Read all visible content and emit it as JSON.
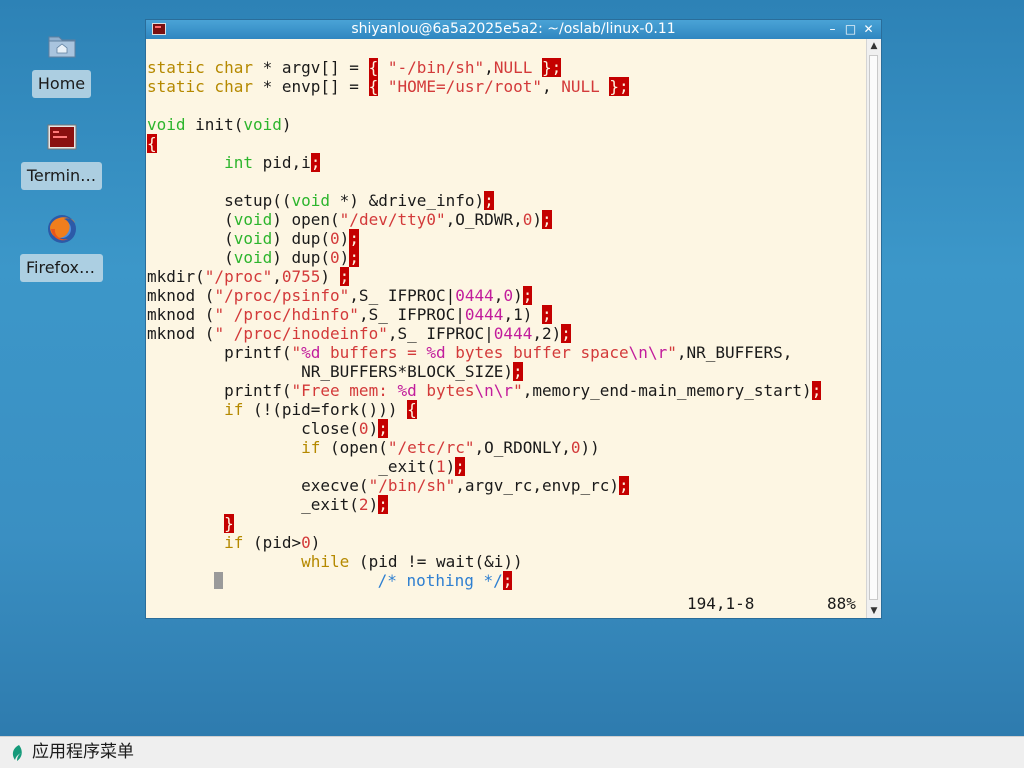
{
  "desktop": {
    "icons": [
      {
        "label": "Home",
        "icon": "home-folder-icon"
      },
      {
        "label": "Termin…",
        "icon": "terminal-icon"
      },
      {
        "label": "Firefox …",
        "icon": "firefox-icon"
      }
    ]
  },
  "window": {
    "title": "shiyanlou@6a5a2025e5a2: ~/oslab/linux-0.11",
    "buttons": {
      "minimize": "–",
      "maximize": "□",
      "close": "✕"
    },
    "status": {
      "position": "194,1-8",
      "percent": "88%"
    }
  },
  "editor": {
    "lines": [
      [
        {
          "t": ""
        }
      ],
      [
        {
          "t": "static char",
          "c": "kw"
        },
        {
          "t": " * argv[] = "
        },
        {
          "t": "{",
          "c": "err"
        },
        {
          "t": " "
        },
        {
          "t": "\"-/bin/sh\"",
          "c": "str"
        },
        {
          "t": ","
        },
        {
          "t": "NULL",
          "c": "str"
        },
        {
          "t": " "
        },
        {
          "t": "};",
          "c": "err"
        }
      ],
      [
        {
          "t": "static char",
          "c": "kw"
        },
        {
          "t": " * envp[] = "
        },
        {
          "t": "{",
          "c": "err"
        },
        {
          "t": " "
        },
        {
          "t": "\"HOME=/usr/root\"",
          "c": "str"
        },
        {
          "t": ", "
        },
        {
          "t": "NULL",
          "c": "str"
        },
        {
          "t": " "
        },
        {
          "t": "};",
          "c": "err"
        }
      ],
      [
        {
          "t": ""
        }
      ],
      [
        {
          "t": "void",
          "c": "ty"
        },
        {
          "t": " init("
        },
        {
          "t": "void",
          "c": "ty"
        },
        {
          "t": ")"
        }
      ],
      [
        {
          "t": "{",
          "c": "err"
        }
      ],
      [
        {
          "t": "        "
        },
        {
          "t": "int",
          "c": "ty"
        },
        {
          "t": " pid,i"
        },
        {
          "t": ";",
          "c": "err"
        }
      ],
      [
        {
          "t": ""
        }
      ],
      [
        {
          "t": "        setup(("
        },
        {
          "t": "void",
          "c": "ty"
        },
        {
          "t": " *) &drive_info)"
        },
        {
          "t": ";",
          "c": "err"
        }
      ],
      [
        {
          "t": "        ("
        },
        {
          "t": "void",
          "c": "ty"
        },
        {
          "t": ") open("
        },
        {
          "t": "\"/dev/tty0\"",
          "c": "str"
        },
        {
          "t": ",O_RDWR,"
        },
        {
          "t": "0",
          "c": "str"
        },
        {
          "t": ")"
        },
        {
          "t": ";",
          "c": "err"
        }
      ],
      [
        {
          "t": "        ("
        },
        {
          "t": "void",
          "c": "ty"
        },
        {
          "t": ") dup("
        },
        {
          "t": "0",
          "c": "str"
        },
        {
          "t": ")"
        },
        {
          "t": ";",
          "c": "err"
        }
      ],
      [
        {
          "t": "        ("
        },
        {
          "t": "void",
          "c": "ty"
        },
        {
          "t": ") dup("
        },
        {
          "t": "0",
          "c": "str"
        },
        {
          "t": ")"
        },
        {
          "t": ";",
          "c": "err"
        }
      ],
      [
        {
          "t": "mkdir("
        },
        {
          "t": "\"/proc\"",
          "c": "str"
        },
        {
          "t": ","
        },
        {
          "t": "0755",
          "c": "str"
        },
        {
          "t": ") "
        },
        {
          "t": ";",
          "c": "err"
        }
      ],
      [
        {
          "t": "mknod ("
        },
        {
          "t": "\"/proc/psinfo\"",
          "c": "str"
        },
        {
          "t": ",S_ IFPROC|"
        },
        {
          "t": "0444",
          "c": "num"
        },
        {
          "t": ","
        },
        {
          "t": "0",
          "c": "num"
        },
        {
          "t": ")"
        },
        {
          "t": ";",
          "c": "err"
        }
      ],
      [
        {
          "t": "mknod ("
        },
        {
          "t": "\" /proc/hdinfo\"",
          "c": "str"
        },
        {
          "t": ",S_ IFPROC|"
        },
        {
          "t": "0444",
          "c": "num"
        },
        {
          "t": ",1) "
        },
        {
          "t": ";",
          "c": "err"
        }
      ],
      [
        {
          "t": "mknod ("
        },
        {
          "t": "\" /proc/inodeinfo\"",
          "c": "str"
        },
        {
          "t": ",S_ IFPROC|"
        },
        {
          "t": "0444",
          "c": "num"
        },
        {
          "t": ",2)"
        },
        {
          "t": ";",
          "c": "err"
        }
      ],
      [
        {
          "t": "        printf("
        },
        {
          "t": "\"",
          "c": "str"
        },
        {
          "t": "%d",
          "c": "esc"
        },
        {
          "t": " buffers = ",
          "c": "str"
        },
        {
          "t": "%d",
          "c": "esc"
        },
        {
          "t": " bytes buffer space",
          "c": "str"
        },
        {
          "t": "\\n\\r",
          "c": "esc"
        },
        {
          "t": "\"",
          "c": "str"
        },
        {
          "t": ",NR_BUFFERS,"
        }
      ],
      [
        {
          "t": "                NR_BUFFERS*BLOCK_SIZE)"
        },
        {
          "t": ";",
          "c": "err"
        }
      ],
      [
        {
          "t": "        printf("
        },
        {
          "t": "\"Free mem: ",
          "c": "str"
        },
        {
          "t": "%d",
          "c": "esc"
        },
        {
          "t": " bytes",
          "c": "str"
        },
        {
          "t": "\\n\\r",
          "c": "esc"
        },
        {
          "t": "\"",
          "c": "str"
        },
        {
          "t": ",memory_end-main_memory_start)"
        },
        {
          "t": ";",
          "c": "err"
        }
      ],
      [
        {
          "t": "        "
        },
        {
          "t": "if",
          "c": "kw"
        },
        {
          "t": " (!(pid=fork())) "
        },
        {
          "t": "{",
          "c": "err"
        }
      ],
      [
        {
          "t": "                close("
        },
        {
          "t": "0",
          "c": "str"
        },
        {
          "t": ")"
        },
        {
          "t": ";",
          "c": "err"
        }
      ],
      [
        {
          "t": "                "
        },
        {
          "t": "if",
          "c": "kw"
        },
        {
          "t": " (open("
        },
        {
          "t": "\"/etc/rc\"",
          "c": "str"
        },
        {
          "t": ",O_RDONLY,"
        },
        {
          "t": "0",
          "c": "str"
        },
        {
          "t": "))"
        }
      ],
      [
        {
          "t": "                        _exit("
        },
        {
          "t": "1",
          "c": "str"
        },
        {
          "t": ")"
        },
        {
          "t": ";",
          "c": "err"
        }
      ],
      [
        {
          "t": "                execve("
        },
        {
          "t": "\"/bin/sh\"",
          "c": "str"
        },
        {
          "t": ",argv_rc,envp_rc)"
        },
        {
          "t": ";",
          "c": "err"
        }
      ],
      [
        {
          "t": "                _exit("
        },
        {
          "t": "2",
          "c": "str"
        },
        {
          "t": ")"
        },
        {
          "t": ";",
          "c": "err"
        }
      ],
      [
        {
          "t": "        "
        },
        {
          "t": "}",
          "c": "err"
        }
      ],
      [
        {
          "t": "        "
        },
        {
          "t": "if",
          "c": "kw"
        },
        {
          "t": " (pid>"
        },
        {
          "t": "0",
          "c": "str"
        },
        {
          "t": ")"
        }
      ],
      [
        {
          "t": "                "
        },
        {
          "t": "while",
          "c": "kw"
        },
        {
          "t": " (pid != wait(&i))"
        }
      ],
      [
        {
          "t": "       "
        },
        {
          "t": "",
          "c": "cursor"
        },
        {
          "t": "                "
        },
        {
          "t": "/* nothing */",
          "c": "cm"
        },
        {
          "t": ";",
          "c": "err"
        }
      ]
    ]
  },
  "panel": {
    "menu_label": "应用程序菜单"
  }
}
